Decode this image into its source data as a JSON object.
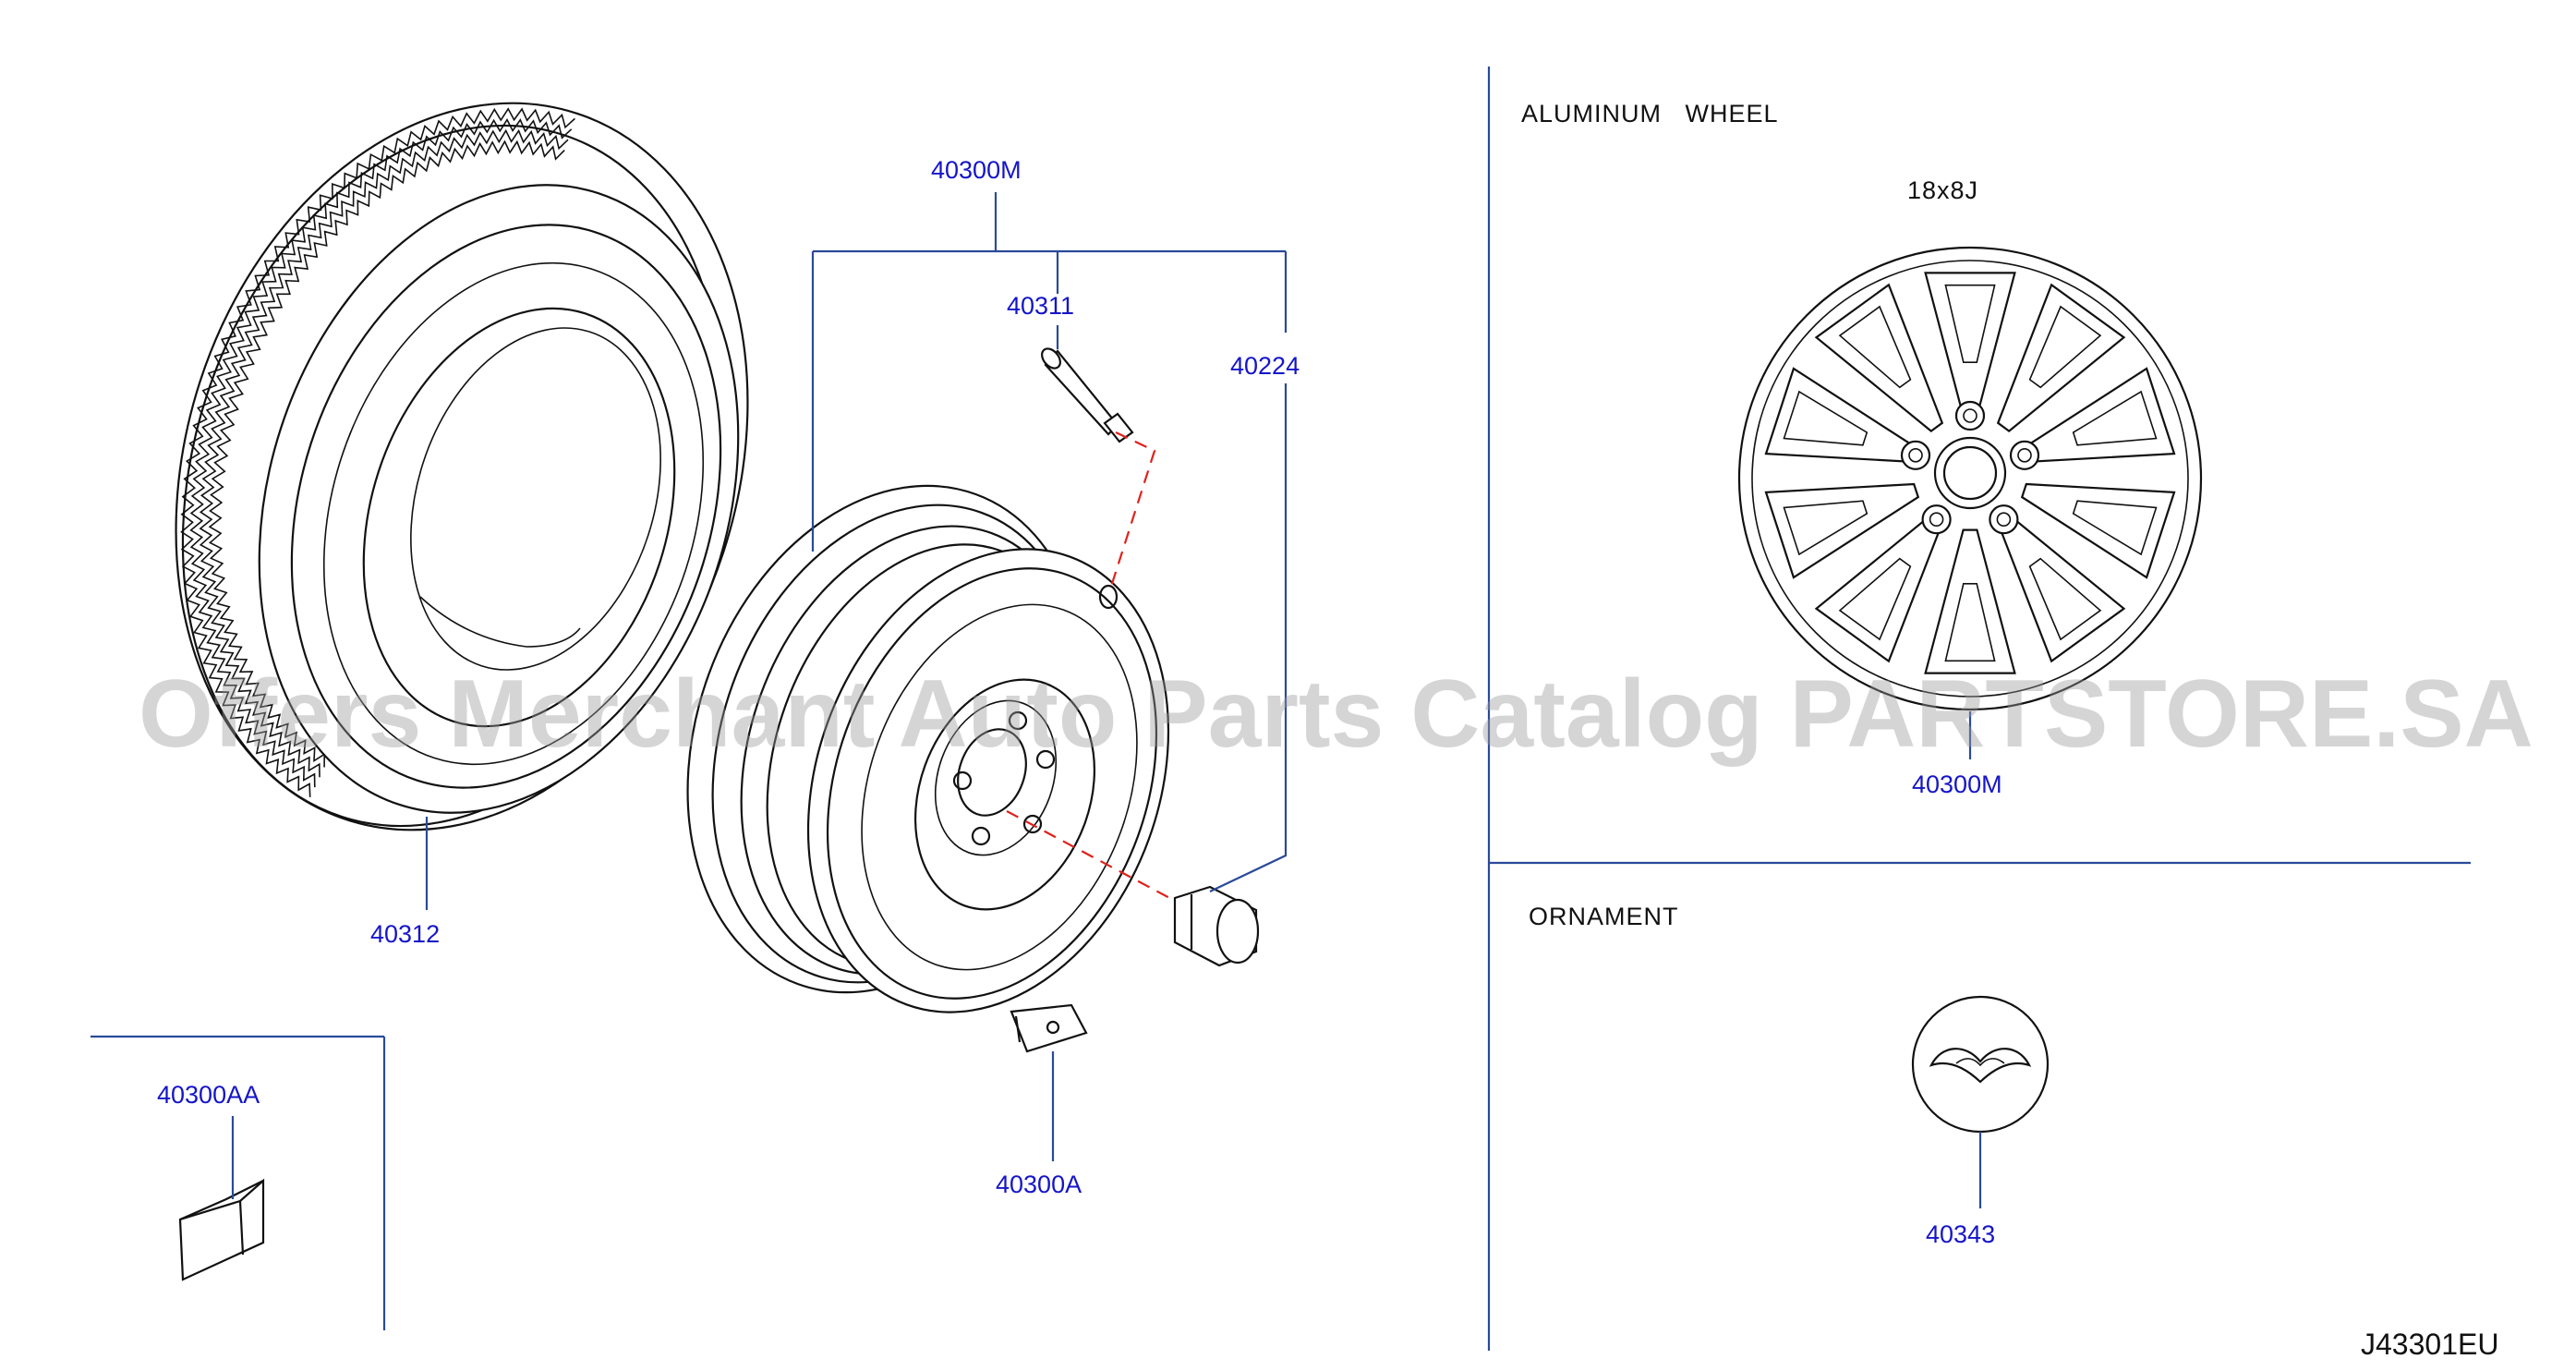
{
  "sections": {
    "aluminum_wheel": "ALUMINUM   WHEEL",
    "wheel_size": "18x8J",
    "ornament": "ORNAMENT"
  },
  "parts": {
    "wheel_assy": "40300M",
    "valve": "40311",
    "nut": "40224",
    "tire": "40312",
    "weight": "40300A",
    "weight_aa": "40300AA",
    "alloy_wheel": "40300M",
    "ornament": "40343"
  },
  "diagram_code": "J43301EU",
  "watermark": "Offers Merchant Auto Parts Catalog PARTSTORE.SA",
  "colors": {
    "part_number": "#1515c8",
    "leader": "#2a4a9a",
    "dashed_line": "#e0211b"
  }
}
